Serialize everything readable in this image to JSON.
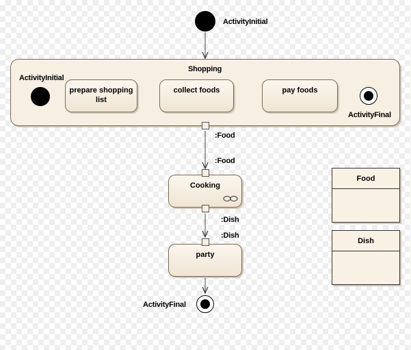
{
  "top_initial_label": "ActivityInitial",
  "shopping": {
    "title": "Shopping",
    "initial_label": "ActivityInitial",
    "final_label": "ActivityFinal",
    "actions": [
      "prepare shopping list",
      "collect foods",
      "pay foods"
    ]
  },
  "pins": {
    "shopping_out": ":Food",
    "cooking_in": ":Food",
    "cooking_out": ":Dish",
    "party_in": ":Dish"
  },
  "cooking": {
    "label": "Cooking",
    "icon": "loop-infinity-icon"
  },
  "party": {
    "label": "party"
  },
  "bottom_final_label": "ActivityFinal",
  "classes": [
    {
      "name": "Food"
    },
    {
      "name": "Dish"
    }
  ]
}
